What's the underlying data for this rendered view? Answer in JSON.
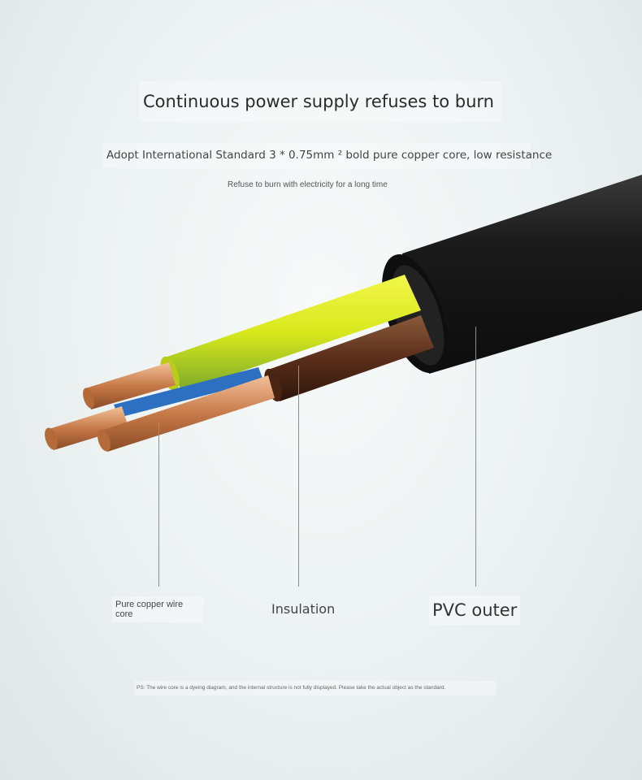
{
  "header": {
    "title": "Continuous power supply refuses to burn",
    "subtitle": "Adopt International Standard 3 * 0.75mm ² bold pure copper core, low resistance",
    "tagline": "Refuse to burn with electricity for a long time"
  },
  "labels": {
    "copper_core": "Pure copper wire core",
    "insulation": "Insulation",
    "pvc_outer": "PVC outer"
  },
  "footnote": "PS: The wire core is a dyeing diagram, and the internal structure is not fully displayed. Please take the actual object as the standard.",
  "colors": {
    "pvc_jacket": "#1c1c1c",
    "yellow_green_wire": "#d4e81c",
    "brown_wire": "#5a2e1a",
    "blue_wire": "#2d6fc0",
    "copper": "#d08a5a"
  }
}
